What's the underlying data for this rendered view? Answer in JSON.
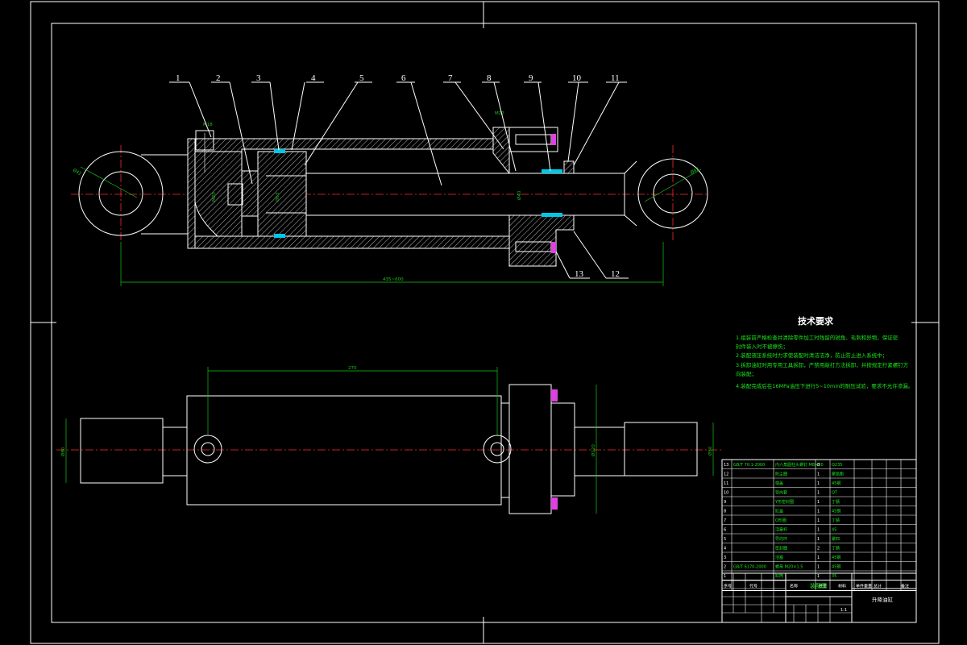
{
  "drawing": {
    "part_labels": [
      "1",
      "2",
      "3",
      "4",
      "5",
      "6",
      "7",
      "8",
      "9",
      "10",
      "11",
      "12",
      "13"
    ],
    "dimensions": {
      "overall_length": "435~600",
      "port_spacing": "270",
      "left_eye_dia": "Ø42",
      "right_eye_dia": "Ø42",
      "port_label_left": "M18",
      "port_label_right": "M22",
      "piston_dia": "Ø63",
      "rod_dia": "Ø40",
      "left_boss_dia": "Ø80",
      "right_boss_dia": "Ø50",
      "flange_height": "Ø120",
      "thread_label": "M20"
    },
    "colors": {
      "background": "#000000",
      "outline": "#ffffff",
      "centerline": "#ff2a2a",
      "dimension": "#19c419",
      "annotation": "#19e619",
      "bolt": "#e040e0",
      "seal": "#00c8e6"
    }
  },
  "tech_requirements": {
    "title": "技术要求",
    "lines": [
      "1.组装前严格检查并清除零件加工时残留的锐角、毛刺和异物，保证密",
      "封件装入时不被擦伤；",
      "2.装配液压系统时力求使装配时清洁洁净，防止防止进入系统中；",
      "3.拆卸油缸时用专用工具拆卸，严禁用敲打方法拆卸，并按规定拧紧螺钉方",
      "向装配；",
      "4.装配完成后在16MPa油压下进行5~10min的耐压试验，要求不允许渗漏。"
    ]
  },
  "parts_list": {
    "rows": [
      {
        "no": "13",
        "code": "GB/T 70.1-2000",
        "name": "内六角圆柱头螺钉 M8×30",
        "qty": "8",
        "material": "Q235"
      },
      {
        "no": "12",
        "code": "",
        "name": "防尘圈",
        "qty": "1",
        "material": "聚氨酯"
      },
      {
        "no": "11",
        "code": "",
        "name": "端盖",
        "qty": "1",
        "material": "45钢"
      },
      {
        "no": "10",
        "code": "",
        "name": "导向套",
        "qty": "1",
        "material": "QT"
      },
      {
        "no": "9",
        "code": "",
        "name": "Y形密封圈",
        "qty": "1",
        "material": "丁腈"
      },
      {
        "no": "8",
        "code": "",
        "name": "缸盖",
        "qty": "1",
        "material": "45钢"
      },
      {
        "no": "7",
        "code": "",
        "name": "O形圈",
        "qty": "1",
        "material": "丁腈"
      },
      {
        "no": "6",
        "code": "",
        "name": "活塞杆",
        "qty": "1",
        "material": "45"
      },
      {
        "no": "5",
        "code": "",
        "name": "导向环",
        "qty": "1",
        "material": "聚四"
      },
      {
        "no": "4",
        "code": "",
        "name": "密封圈",
        "qty": "2",
        "material": "丁腈"
      },
      {
        "no": "3",
        "code": "",
        "name": "活塞",
        "qty": "1",
        "material": "45钢"
      },
      {
        "no": "2",
        "code": "GB/T 6170-2000",
        "name": "螺母 M20×1.5",
        "qty": "1",
        "material": "45钢"
      },
      {
        "no": "1",
        "code": "",
        "name": "缸筒",
        "qty": "1",
        "material": "35"
      }
    ],
    "headers": {
      "no": "序号",
      "code": "代号",
      "name": "名称",
      "qty": "数量",
      "material": "材料",
      "unit_weight": "单件重量",
      "total_weight": "总计",
      "remark": "备注"
    }
  },
  "title_block": {
    "drawing_name": "装配图",
    "product_name": "升降油缸",
    "scale": "1:1"
  }
}
